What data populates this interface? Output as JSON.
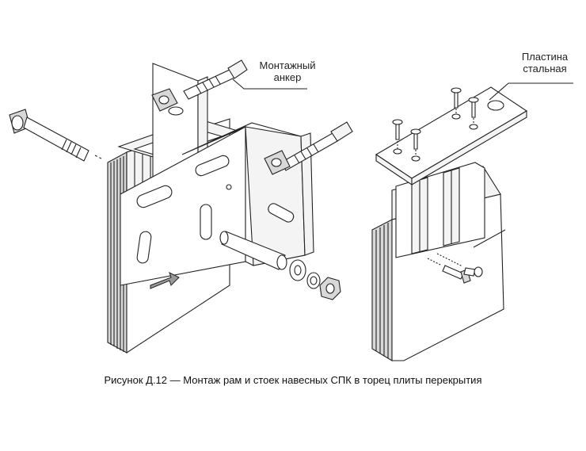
{
  "labels": {
    "anchor_line1": "Монтажный",
    "anchor_line2": "анкер",
    "plate_line1": "Пластина",
    "plate_line2": "стальная"
  },
  "caption": "Рисунок Д.12 — Монтаж рам и стоек навесных СПК в торец плиты перекрытия"
}
